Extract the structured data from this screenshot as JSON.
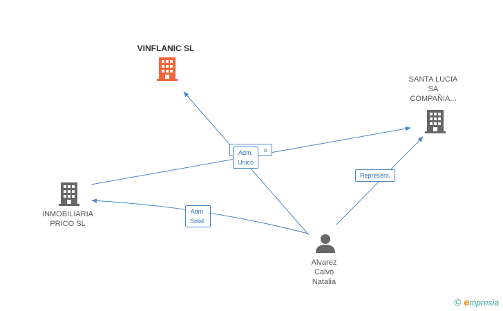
{
  "nodes": {
    "vinflanic": {
      "label": "VINFLANIC SL",
      "color": "#f0653a"
    },
    "santa_lucia": {
      "label_lines": [
        "SANTA LUCIA",
        "SA",
        "COMPAÑIA..."
      ],
      "color": "#666666"
    },
    "inmobiliaria": {
      "label_lines": [
        "INMOBILIARIA",
        "PRICO SL"
      ],
      "color": "#666666"
    },
    "person": {
      "label_lines": [
        "Alvarez",
        "Calvo",
        "Natalia"
      ],
      "color": "#666666"
    }
  },
  "edges": {
    "adm_unico": {
      "lines": [
        "Adm.",
        "Unico"
      ]
    },
    "hidden_behind": {
      "text": "o"
    },
    "represent": {
      "text": "Represent."
    },
    "adm_solid": {
      "lines": [
        "Adm.",
        "Solid."
      ]
    }
  },
  "edge_color": "#4a86c8",
  "brand": {
    "copyright": "©",
    "e": "e",
    "rest": "mpresia"
  }
}
